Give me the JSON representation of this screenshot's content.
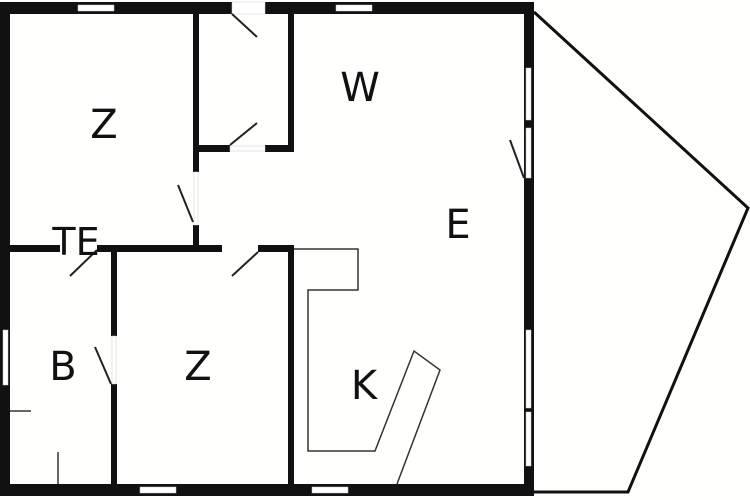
{
  "title": "Floor plan",
  "rooms": [
    {
      "id": "bedroom-1",
      "label": "Z"
    },
    {
      "id": "living",
      "label": "W"
    },
    {
      "id": "dining",
      "label": "E"
    },
    {
      "id": "toilet",
      "label": "TE"
    },
    {
      "id": "bathroom",
      "label": "B"
    },
    {
      "id": "bedroom-2",
      "label": "Z"
    },
    {
      "id": "kitchen",
      "label": "K"
    }
  ],
  "colors": {
    "wall": "#111111",
    "background": "#fffffd"
  }
}
